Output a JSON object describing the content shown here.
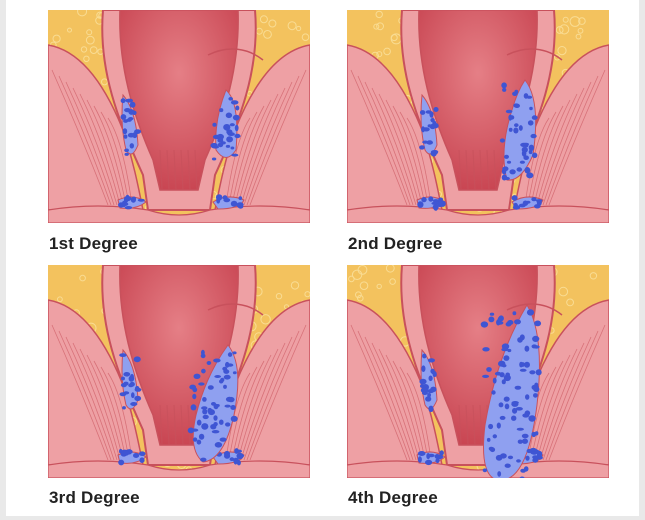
{
  "panels": [
    {
      "caption": "1st Degree",
      "icon": "hemorrhoid-grade-1-illustration"
    },
    {
      "caption": "2nd Degree",
      "icon": "hemorrhoid-grade-2-illustration"
    },
    {
      "caption": "3rd Degree",
      "icon": "hemorrhoid-grade-3-illustration"
    },
    {
      "caption": "4th Degree",
      "icon": "hemorrhoid-grade-4-illustration"
    }
  ],
  "colors": {
    "fat": "#f3c25e",
    "fat_dots": "#f9dc93",
    "tissue": "#eea0a4",
    "tissue_dark": "#c8515c",
    "lumen": "#c7424f",
    "lumen_light": "#e57f86",
    "vein": "#3f55d3",
    "vein_light": "#8fa0f0"
  }
}
